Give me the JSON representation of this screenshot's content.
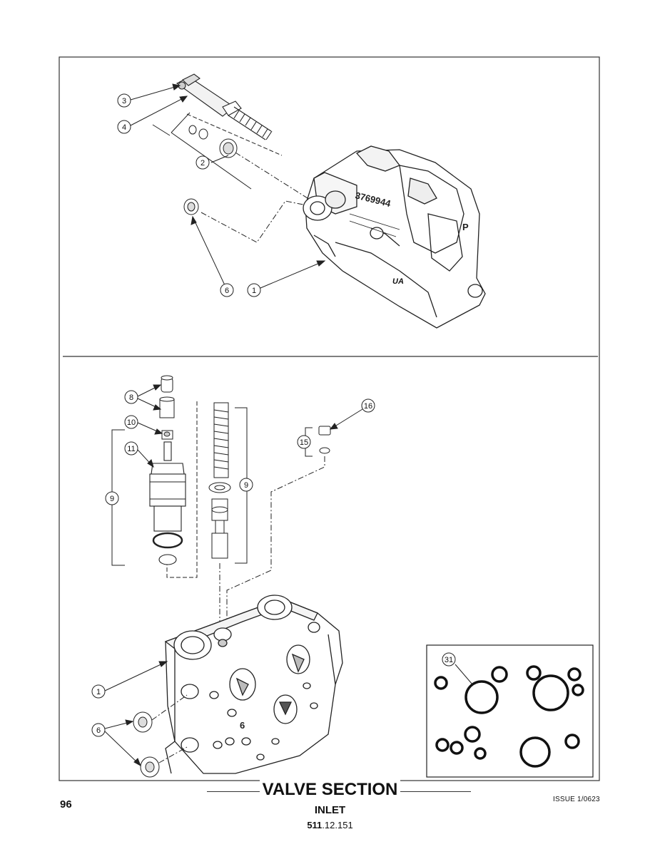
{
  "page": {
    "number": "96",
    "issue": "ISSUE 1/0623",
    "title": "VALVE SECTION",
    "subtitle": "INLET",
    "code_bold": "511",
    "code_rest": ".12.151"
  },
  "upper_diagram": {
    "part_stamp": "3769944",
    "stamp_letter": "P",
    "stamp_small": "UA",
    "callouts": [
      "3",
      "4",
      "2",
      "6",
      "1"
    ]
  },
  "lower_diagram": {
    "callouts": [
      "8",
      "10",
      "11",
      "9",
      "9",
      "15",
      "16",
      "1",
      "6"
    ],
    "port_mark": "6"
  },
  "kit_box": {
    "callout": "31"
  }
}
